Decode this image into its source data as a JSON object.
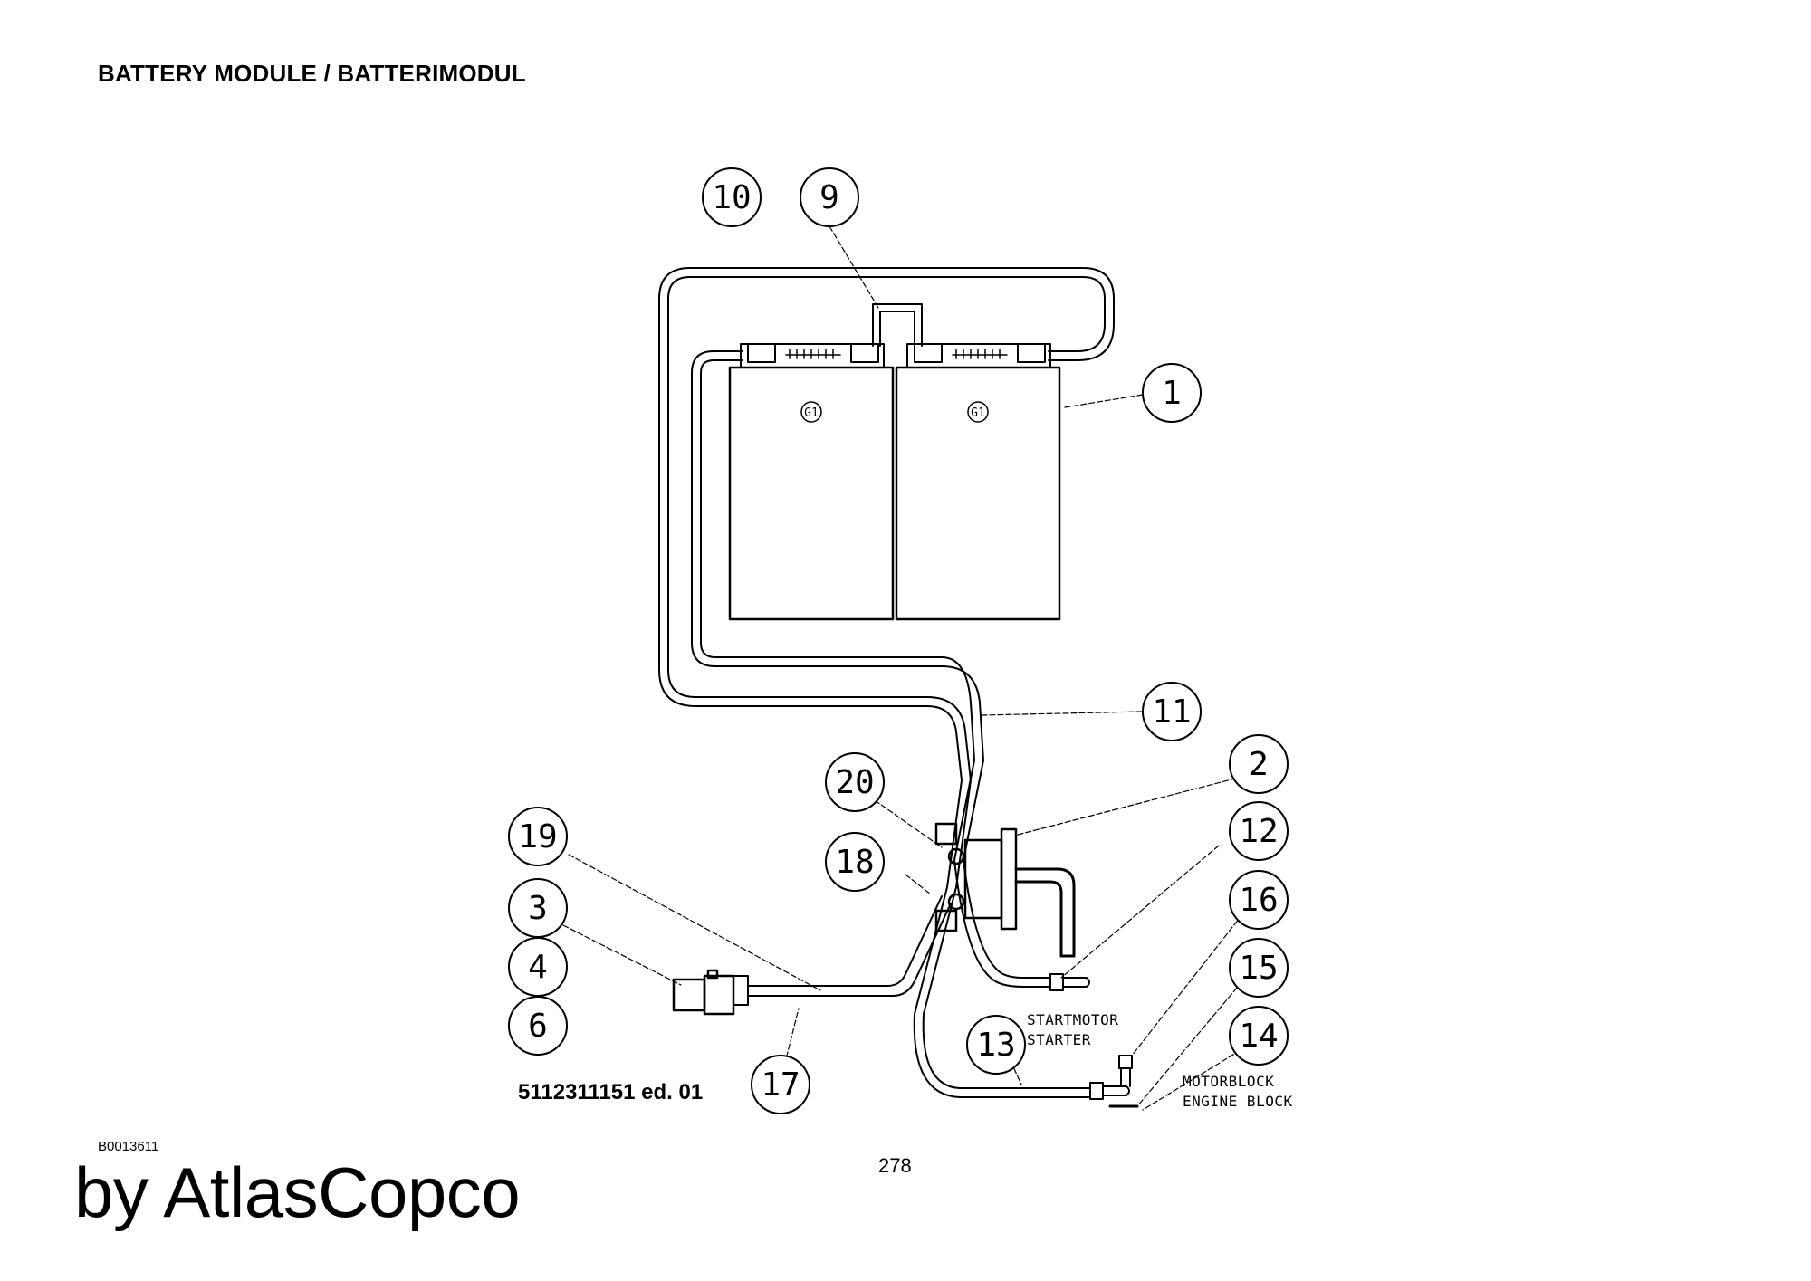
{
  "header": {
    "title": "BATTERY MODULE / BATTERIMODUL"
  },
  "footer": {
    "doc_number": "5112311151 ed. 01",
    "image_id": "B0013611",
    "brand": "by AtlasCopco",
    "page_number": "278"
  },
  "battery_tags": [
    "G1",
    "G1"
  ],
  "notes": {
    "starter_line1": "STARTMOTOR",
    "starter_line2": "STARTER",
    "engine_line1": "MOTORBLOCK",
    "engine_line2": "ENGINE BLOCK"
  },
  "callouts": [
    "10",
    "9",
    "1",
    "11",
    "20",
    "2",
    "19",
    "18",
    "12",
    "3",
    "16",
    "4",
    "15",
    "6",
    "14",
    "13",
    "17"
  ],
  "colors": {
    "ink": "#000000",
    "paper": "#ffffff"
  }
}
